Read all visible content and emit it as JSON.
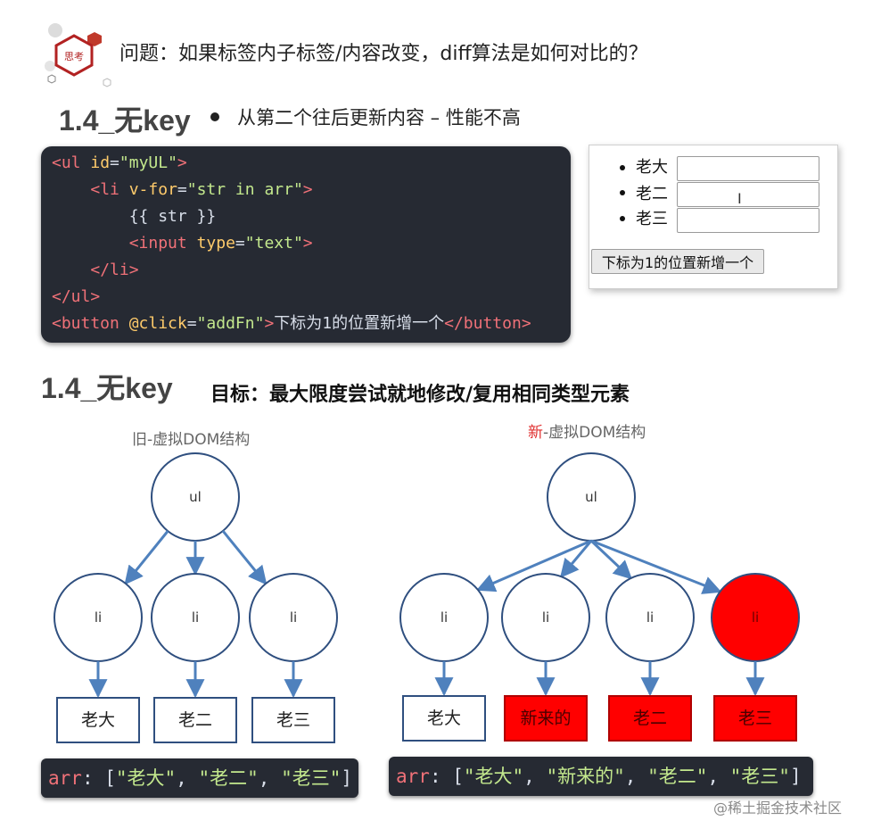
{
  "header": {
    "badge_text": "思考",
    "question": "问题：如果标签内子标签/内容改变，diff算法是如何对比的？"
  },
  "section1": {
    "title": "1.4_无key",
    "note": "从第二个往后更新内容 – 性能不高"
  },
  "code": {
    "lines": [
      [
        {
          "t": "tag",
          "v": "<ul "
        },
        {
          "t": "attr",
          "v": "id"
        },
        {
          "t": "plain",
          "v": "="
        },
        {
          "t": "str",
          "v": "\"myUL\""
        },
        {
          "t": "tag",
          "v": ">"
        }
      ],
      [
        {
          "t": "plain",
          "v": "    "
        },
        {
          "t": "tag",
          "v": "<li "
        },
        {
          "t": "attr",
          "v": "v-for"
        },
        {
          "t": "plain",
          "v": "="
        },
        {
          "t": "str",
          "v": "\"str in arr\""
        },
        {
          "t": "tag",
          "v": ">"
        }
      ],
      [
        {
          "t": "plain",
          "v": "        {{ str }}"
        }
      ],
      [
        {
          "t": "plain",
          "v": "        "
        },
        {
          "t": "tag",
          "v": "<input "
        },
        {
          "t": "attr",
          "v": "type"
        },
        {
          "t": "plain",
          "v": "="
        },
        {
          "t": "str",
          "v": "\"text\""
        },
        {
          "t": "tag",
          "v": ">"
        }
      ],
      [
        {
          "t": "plain",
          "v": "    "
        },
        {
          "t": "tag",
          "v": "</li>"
        }
      ],
      [
        {
          "t": "tag",
          "v": "</ul>"
        }
      ],
      [
        {
          "t": "tag",
          "v": "<button "
        },
        {
          "t": "attr",
          "v": "@click"
        },
        {
          "t": "plain",
          "v": "="
        },
        {
          "t": "str",
          "v": "\"addFn\""
        },
        {
          "t": "tag",
          "v": ">"
        },
        {
          "t": "plain",
          "v": "下标为1的位置新增一个"
        },
        {
          "t": "tag",
          "v": "</button>"
        }
      ]
    ]
  },
  "preview": {
    "items": [
      "老大",
      "老二",
      "老三"
    ],
    "button_label": "下标为1的位置新增一个",
    "cursor_glyph": "I"
  },
  "section2": {
    "title": "1.4_无key",
    "note": "目标：最大限度尝试就地修改/复用相同类型元素"
  },
  "old_tree": {
    "label": "旧-虚拟DOM结构",
    "root": "ul",
    "children": [
      {
        "node": "li",
        "text": "老大"
      },
      {
        "node": "li",
        "text": "老二"
      },
      {
        "node": "li",
        "text": "老三"
      }
    ]
  },
  "new_tree": {
    "label_prefix": "新",
    "label_rest": "-虚拟DOM结构",
    "root": "ul",
    "children": [
      {
        "node": "li",
        "text": "老大",
        "changed_node": false,
        "changed_text": false
      },
      {
        "node": "li",
        "text": "新来的",
        "changed_node": false,
        "changed_text": true
      },
      {
        "node": "li",
        "text": "老二",
        "changed_node": false,
        "changed_text": true
      },
      {
        "node": "li",
        "text": "老三",
        "changed_node": true,
        "changed_text": true
      }
    ]
  },
  "arr_old": {
    "key": "arr",
    "values": [
      "老大",
      "老二",
      "老三"
    ]
  },
  "arr_new": {
    "key": "arr",
    "values": [
      "老大",
      "新来的",
      "老二",
      "老三"
    ]
  },
  "watermark": "@稀土掘金技术社区",
  "colors": {
    "edge": "#4f81bd",
    "node_stroke": "#2f4f7f",
    "changed": "#ff0000",
    "code_bg": "#262a33"
  }
}
